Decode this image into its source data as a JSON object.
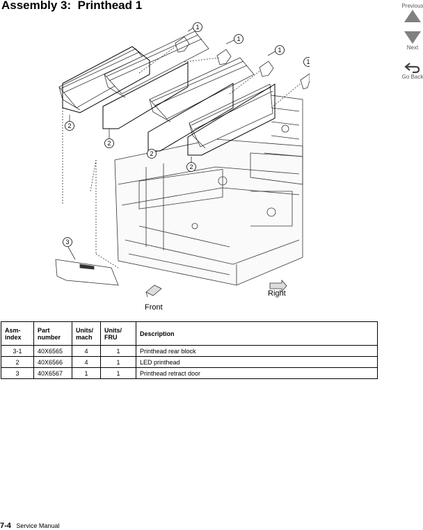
{
  "page_title": "Assembly 3:  Printhead 1",
  "nav": {
    "previous": "Previous",
    "next": "Next",
    "go_back": "Go Back"
  },
  "illustration": {
    "callouts": [
      "1",
      "1",
      "1",
      "1",
      "2",
      "2",
      "2",
      "2",
      "3"
    ],
    "front_label": "Front",
    "right_label": "Right"
  },
  "table": {
    "headers": [
      "Asm-\nindex",
      "Part\nnumber",
      "Units/\nmach",
      "Units/\nFRU",
      "Description"
    ],
    "rows": [
      [
        "3-1",
        "40X6565",
        "4",
        "1",
        "Printhead rear block"
      ],
      [
        "2",
        "40X6566",
        "4",
        "1",
        "LED printhead"
      ],
      [
        "3",
        "40X6567",
        "1",
        "1",
        "Printhead retract door"
      ]
    ]
  },
  "footer": {
    "page_number": "7-4",
    "manual_title": "Service Manual"
  },
  "colors": {
    "nav_arrow": "#808080",
    "line_art": "#333333"
  }
}
